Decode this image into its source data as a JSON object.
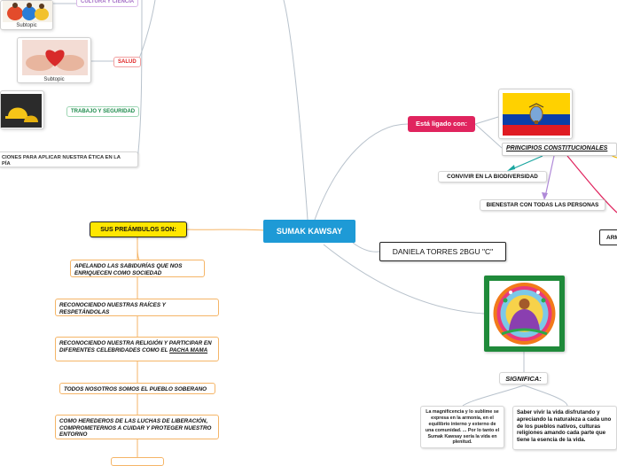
{
  "central": {
    "label": "SUMAK KAWSAY"
  },
  "author": {
    "label": "DANIELA TORRES 2BGU \"C\""
  },
  "top_left": {
    "culture_label": "CULTURA Y CIENCIA",
    "health_label": "SALUD",
    "work_label": "TRABAJO Y SEGURIDAD",
    "ethics_label": "CIONES PARA APLICAR NUESTRA ÉTICA EN LA\nPÍA",
    "subtopic_1": "Subtopic",
    "subtopic_2": "Subtopic"
  },
  "preambles": {
    "title": "SUS PREÁMBULOS SON:",
    "items": [
      "APELANDO LAS SABIDURÍAS QUE NOS ENRIQUECEN COMO SOCIEDAD",
      "RECONOCIENDO NUESTRAS RAÍCES Y RESPETÁNDOLAS",
      "RECONOCIENDO NUESTRA RELIGIÓN Y PARTICIPAR EN DIFERENTES CELEBRIDADES COMO EL",
      "TODOS NOSOTROS SOMOS EL PUEBLO SOBERANO",
      "COMO HEREDEROS DE LAS LUCHAS DE LIBERACIÓN, COMPROMETERNOS A CUIDAR Y PROTEGER NUESTRO ENTORNO"
    ],
    "pacha": "PACHA MAMA"
  },
  "ligado": {
    "label": "Está ligado con:",
    "principios": "PRINCIPIOS CONSTITUCIONALES",
    "biodiversidad": "CONVIVIR EN LA BIODIVERSIDAD",
    "bienestar": "BIENESTAR CON TODAS LAS PERSONAS",
    "arm": "ARM"
  },
  "significa": {
    "label": "SIGNIFICA:",
    "text1": "La magnificencia y lo sublime se expresa en la armonía, en el equilibrio interno y externo de una comunidad. ... Por lo tanto el Sumak Kawsay sería la vida en plenitud.",
    "text2": "Saber vivir la vida disfrutando y apreciando la naturaleza a cada uno de los pueblos nativos, culturas religiones amando cada parte que tiene la esencia de la vida."
  },
  "colors": {
    "central": "#1e9ad6",
    "pink": "#e0245e",
    "teal": "#1aa6a0",
    "purple": "#b08ad8",
    "yellow": "#ffe600",
    "orange_line": "#f5b567"
  }
}
